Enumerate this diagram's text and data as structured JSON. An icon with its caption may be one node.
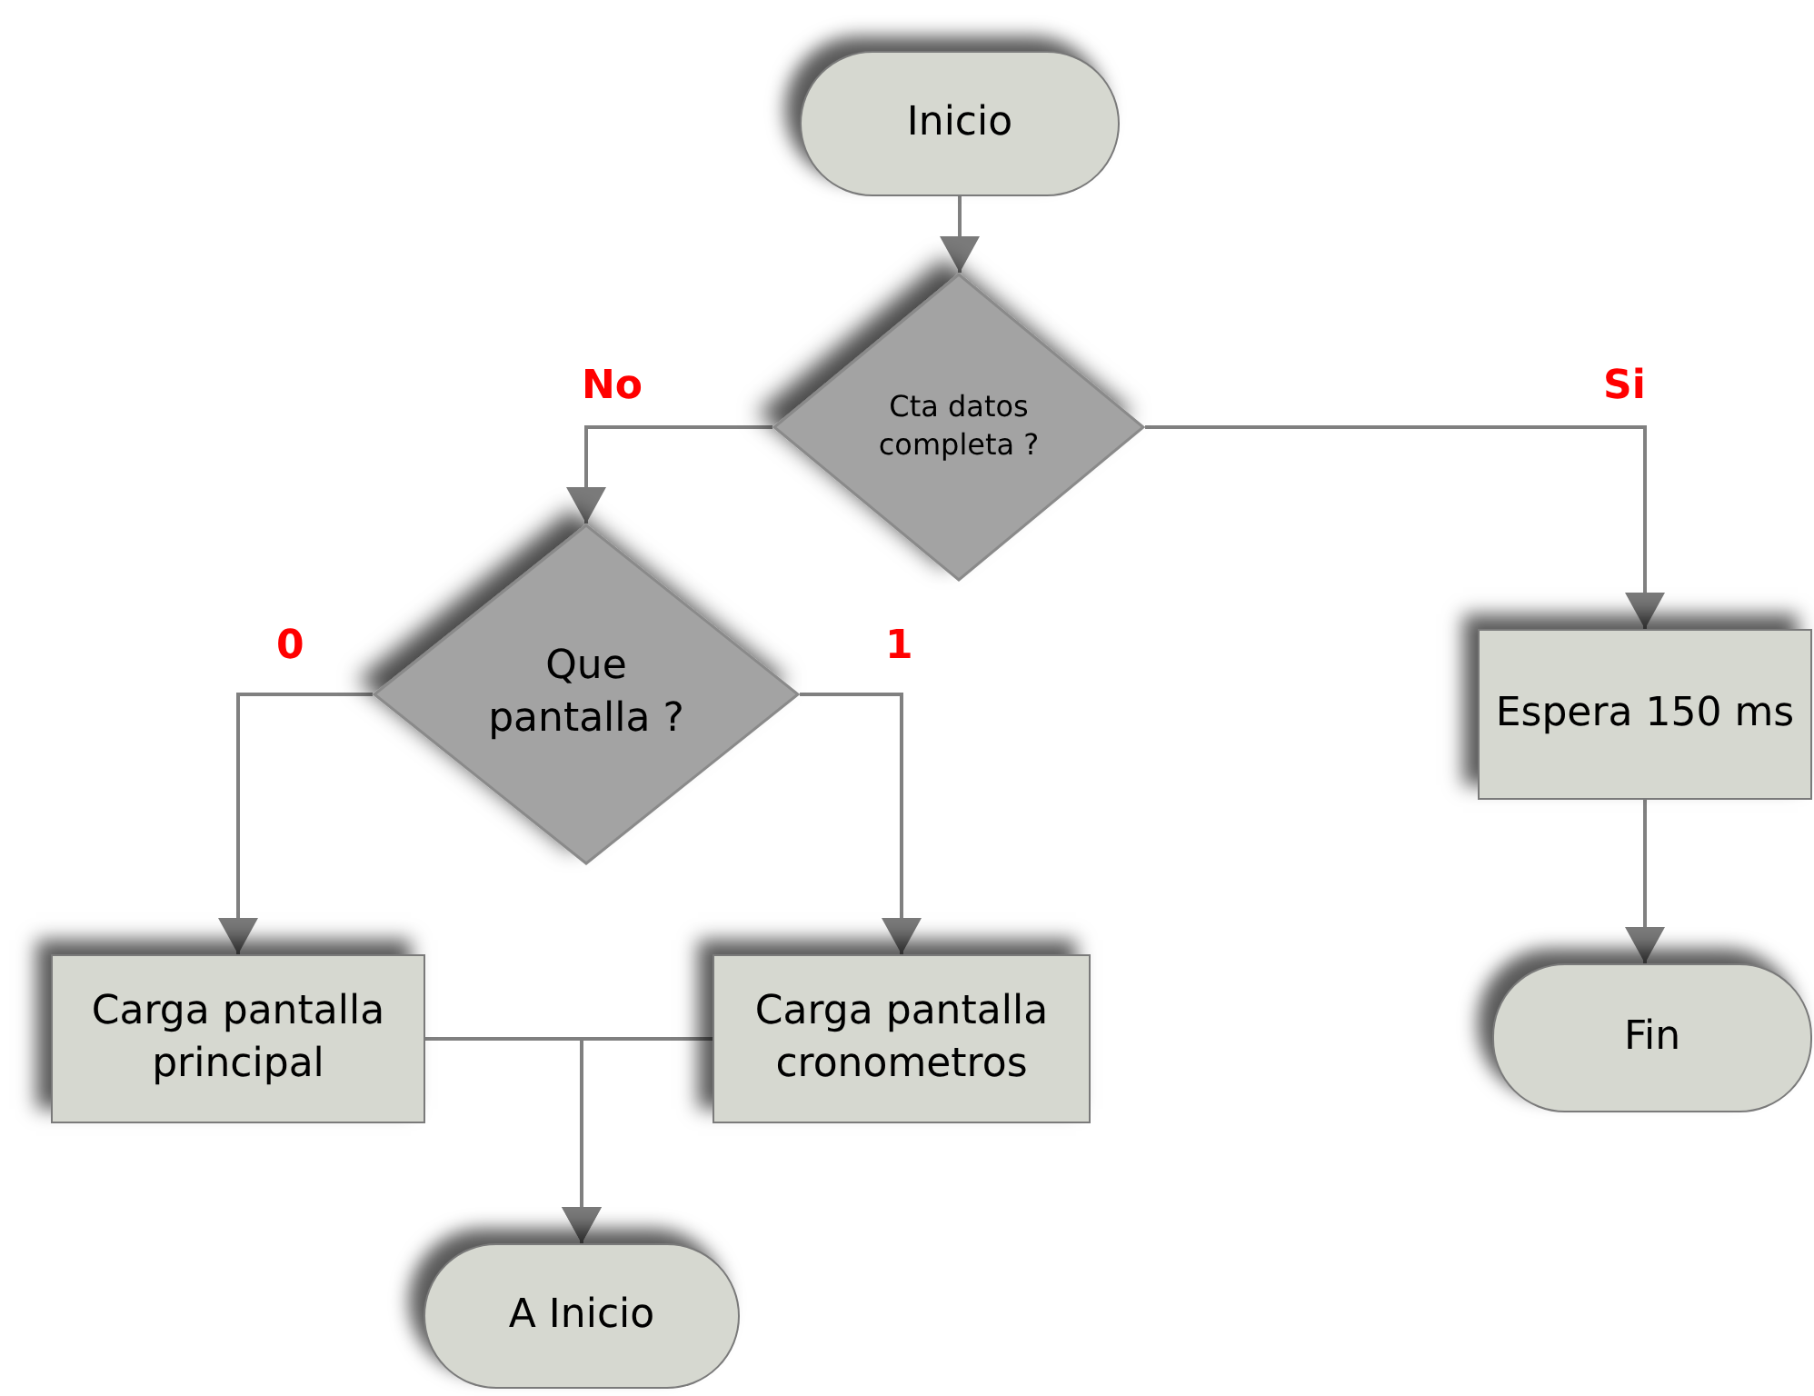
{
  "diagram": {
    "nodes": [
      {
        "text": [
          "Inicio"
        ]
      },
      {
        "text": [
          "Cta datos completa ?"
        ]
      },
      {
        "text": [
          "Que pantalla ?"
        ]
      },
      {
        "text": [
          "Espera 150 ms"
        ]
      },
      {
        "text": [
          "Carga pantalla principal"
        ]
      },
      {
        "text": [
          "Carga pantalla cronometros"
        ]
      },
      {
        "text": [
          "Fin"
        ]
      },
      {
        "text": [
          "A Inicio"
        ]
      }
    ],
    "edges": [
      {
        "from": 0,
        "to": 1,
        "arrow": "to"
      },
      {
        "from": 1,
        "to": 2,
        "arrow": "to",
        "label": "No"
      },
      {
        "from": 1,
        "to": 3,
        "arrow": "to",
        "label": "Si"
      },
      {
        "from": 2,
        "to": 4,
        "arrow": "to",
        "label": "0"
      },
      {
        "from": 2,
        "to": 5,
        "arrow": "to",
        "label": "1"
      },
      {
        "from": 3,
        "to": 6,
        "arrow": "to"
      },
      {
        "from": 4,
        "to": 7,
        "arrow": "to"
      },
      {
        "from": 5,
        "to": 7,
        "arrow": "to"
      }
    ]
  }
}
